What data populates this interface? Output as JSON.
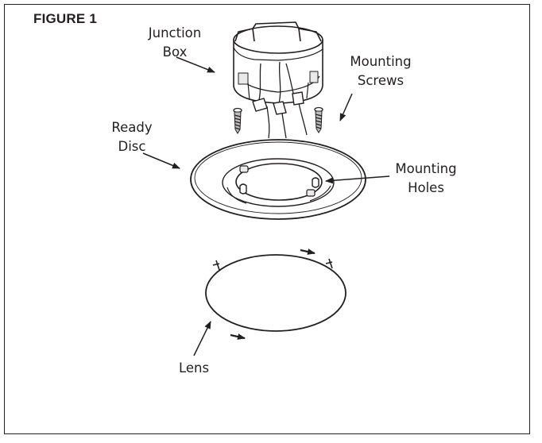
{
  "figure": {
    "title": "FIGURE 1"
  },
  "labels": {
    "junction_box": {
      "line1": "Junction",
      "line2": "Box"
    },
    "mounting_screws": {
      "line1": "Mounting",
      "line2": "Screws"
    },
    "ready_disc": {
      "line1": "Ready",
      "line2": "Disc"
    },
    "mounting_holes": {
      "line1": "Mounting",
      "line2": "Holes"
    },
    "lens": {
      "line1": "Lens"
    }
  },
  "colors": {
    "line": "#231f20",
    "fill": "#ffffff",
    "shade": "#e9e9e9"
  }
}
